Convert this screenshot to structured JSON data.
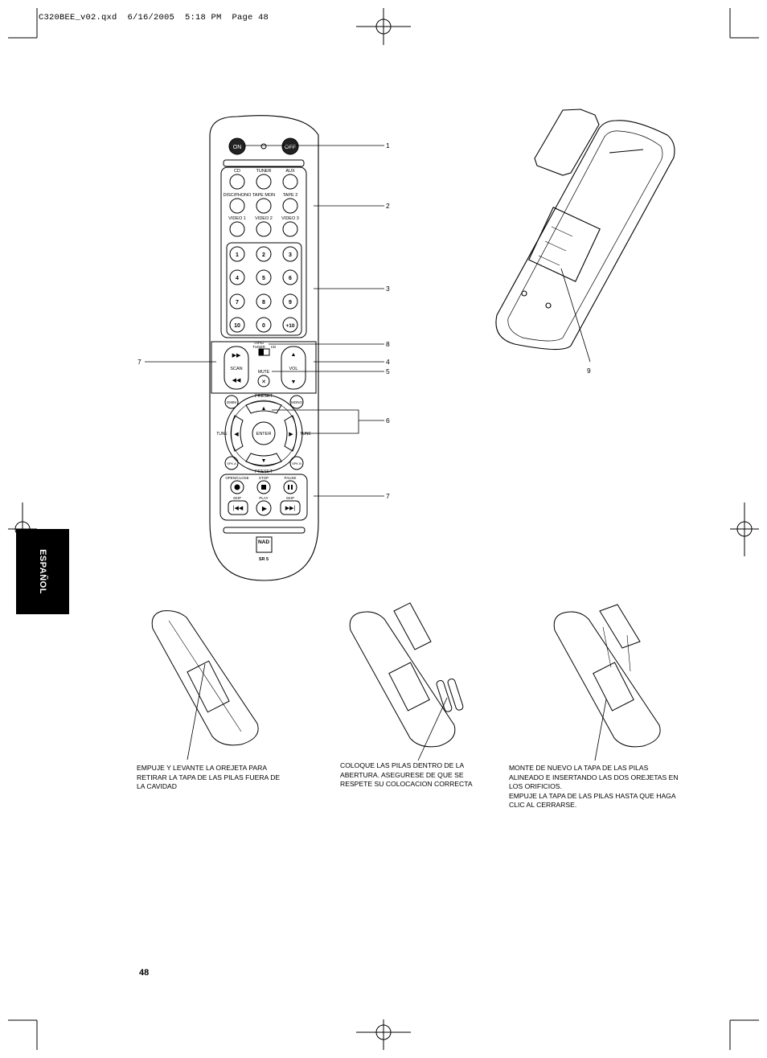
{
  "header": {
    "slug": "C320BEE_v02.qxd  6/16/2005  5:18 PM  Page 48"
  },
  "side_tab": {
    "label": "ESPAÑOL"
  },
  "remote": {
    "power": {
      "on": "ON",
      "off": "OFF"
    },
    "sources": [
      "CD",
      "TUNER",
      "AUX",
      "DISC/PHONO",
      "TAPE MON",
      "TAPE 2",
      "VIDEO 1",
      "VIDEO 2",
      "VIDEO 3"
    ],
    "numbers": [
      "1",
      "2",
      "3",
      "4",
      "5",
      "6",
      "7",
      "8",
      "9",
      "10",
      "0",
      "+10"
    ],
    "scan": "SCAN",
    "switch_top": "TAPE/",
    "switch_mid": "TUNER",
    "switch_cd": "CD",
    "mute": "MUTE",
    "vol": "VOL",
    "preset": "PRESET",
    "dimmer": "DIMM",
    "mono": "MONO",
    "tune_left": "TUNE",
    "tune_right": "TUNE",
    "enter": "ENTER",
    "spk_a": "SPK A",
    "spk_b": "SPK B",
    "open_close": "OPEN/CLOSE",
    "stop": "STOP",
    "pause": "PAUSE",
    "skip": "SKIP",
    "play": "PLAY",
    "brand": "NAD",
    "model": "SR 5"
  },
  "callouts": [
    "1",
    "2",
    "3",
    "8",
    "4",
    "5",
    "6",
    "7",
    "7",
    "9"
  ],
  "captions": {
    "step1": "EMPUJE Y LEVANTE LA OREJETA PARA RETIRAR LA TAPA DE LAS PILAS FUERA DE LA CAVIDAD",
    "step2": "COLOQUE LAS PILAS DENTRO DE LA ABERTURA. ASEGURESE DE QUE SE RESPETE SU COLOCACION CORRECTA",
    "step3_line1": "MONTE DE NUEVO LA TAPA DE LAS PILAS ALINEADO E INSERTANDO LAS DOS OREJETAS EN LOS ORIFICIOS.",
    "step3_line2": "EMPUJE LA TAPA DE LAS PILAS HASTA QUE HAGA CLIC AL CERRARSE."
  },
  "footer": {
    "page_number": "48"
  }
}
